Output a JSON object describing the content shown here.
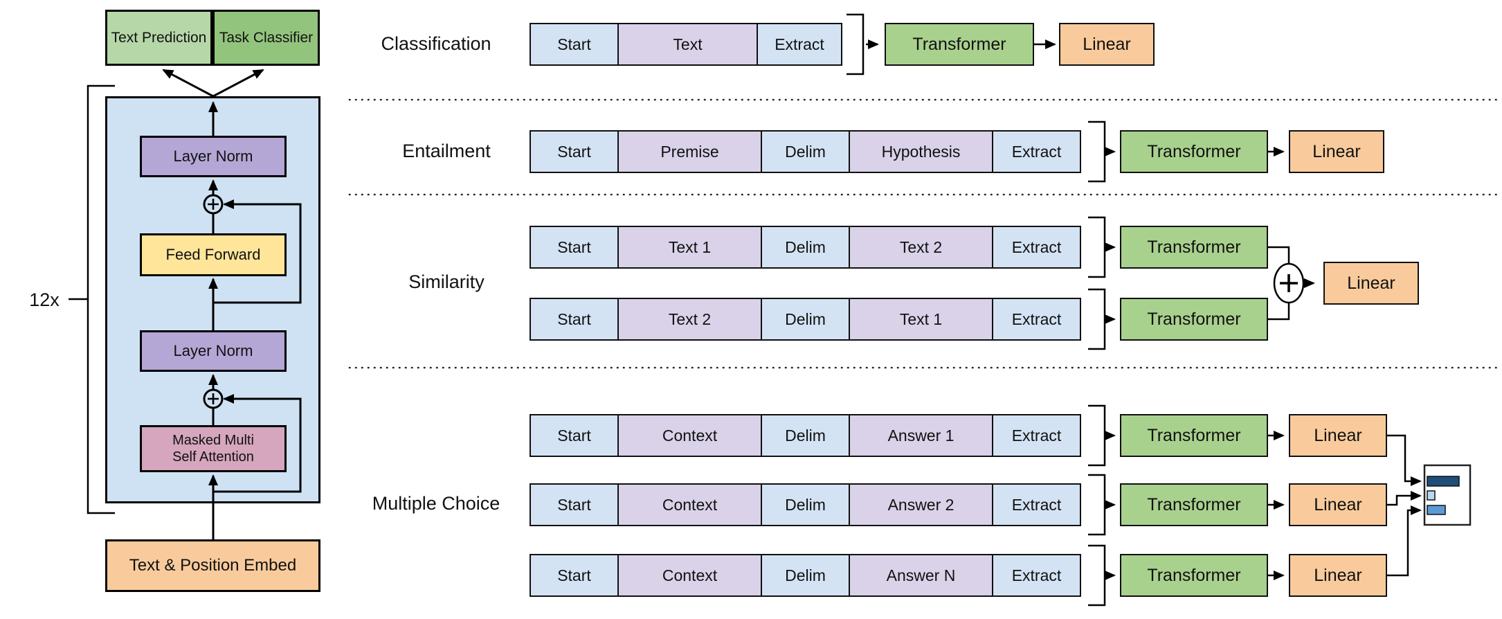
{
  "figure": {
    "left": {
      "text_prediction": "Text Prediction",
      "task_classifier": "Task Classifier",
      "repeat": "12x",
      "layer_norm_top": "Layer Norm",
      "feed_forward": "Feed Forward",
      "layer_norm_bottom": "Layer Norm",
      "attention_line1": "Masked Multi",
      "attention_line2": "Self Attention",
      "embed": "Text & Position Embed"
    },
    "tasks": {
      "classification": {
        "label": "Classification",
        "tokens": [
          "Start",
          "Text",
          "Extract"
        ],
        "transformer": "Transformer",
        "linear": "Linear"
      },
      "entailment": {
        "label": "Entailment",
        "tokens": [
          "Start",
          "Premise",
          "Delim",
          "Hypothesis",
          "Extract"
        ],
        "transformer": "Transformer",
        "linear": "Linear"
      },
      "similarity": {
        "label": "Similarity",
        "strip1": [
          "Start",
          "Text 1",
          "Delim",
          "Text 2",
          "Extract"
        ],
        "strip2": [
          "Start",
          "Text 2",
          "Delim",
          "Text 1",
          "Extract"
        ],
        "transformer1": "Transformer",
        "transformer2": "Transformer",
        "combine_symbol": "+",
        "linear": "Linear"
      },
      "multiple_choice": {
        "label": "Multiple Choice",
        "strip1": [
          "Start",
          "Context",
          "Delim",
          "Answer 1",
          "Extract"
        ],
        "strip2": [
          "Start",
          "Context",
          "Delim",
          "Answer 2",
          "Extract"
        ],
        "strip3": [
          "Start",
          "Context",
          "Delim",
          "Answer N",
          "Extract"
        ],
        "transformer": "Transformer",
        "linear": "Linear"
      }
    },
    "colors": {
      "token_blue": "#d3e3f3",
      "token_purple": "#d9d2e9",
      "transformer_green": "#a9d18e",
      "linear_orange": "#f9cb9c",
      "text_prediction_green": "#b6d7a8",
      "task_classifier_green": "#93c47d",
      "block_blue": "#cfe2f3",
      "layer_norm_purple": "#b4a7d6",
      "feed_forward_yellow": "#ffe599",
      "attention_pink": "#d5a6bd",
      "embed_orange": "#f9cb9c"
    },
    "score_bars": [
      {
        "color": "#1f4e79",
        "width": 46
      },
      {
        "color": "#bdd7ee",
        "width": 11
      },
      {
        "color": "#5b9bd5",
        "width": 26
      }
    ]
  }
}
